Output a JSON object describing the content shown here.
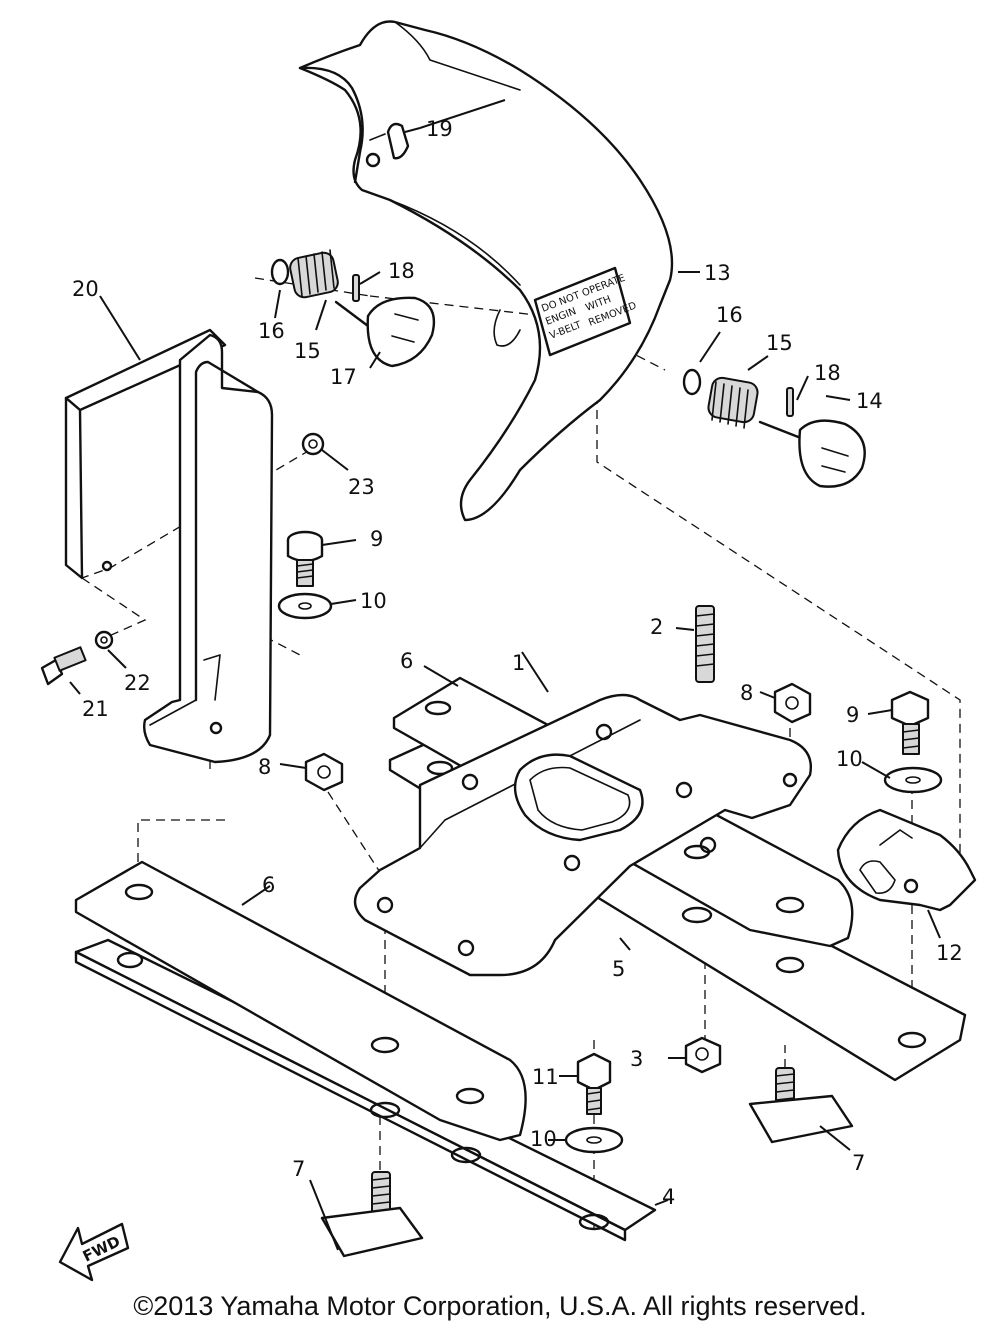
{
  "callouts": {
    "c1": "1",
    "c2": "2",
    "c3": "3",
    "c4": "4",
    "c5": "5",
    "c6a": "6",
    "c6b": "6",
    "c7a": "7",
    "c7b": "7",
    "c8a": "8",
    "c8b": "8",
    "c9a": "9",
    "c9b": "9",
    "c10a": "10",
    "c10b": "10",
    "c10c": "10",
    "c11": "11",
    "c12": "12",
    "c13": "13",
    "c14": "14",
    "c15a": "15",
    "c15b": "15",
    "c16a": "16",
    "c16b": "16",
    "c17": "17",
    "c18a": "18",
    "c18b": "18",
    "c19": "19",
    "c20": "20",
    "c21": "21",
    "c22": "22",
    "c23": "23"
  },
  "cover_label": {
    "line1": "DO NOT OPERATE",
    "line2": "ENGIN",
    "line3": "WITH",
    "line4": "V-BELT",
    "line5": "REMOVED"
  },
  "direction_arrow": "FWD",
  "copyright": "©2013 Yamaha Motor Corporation, U.S.A. All rights reserved."
}
